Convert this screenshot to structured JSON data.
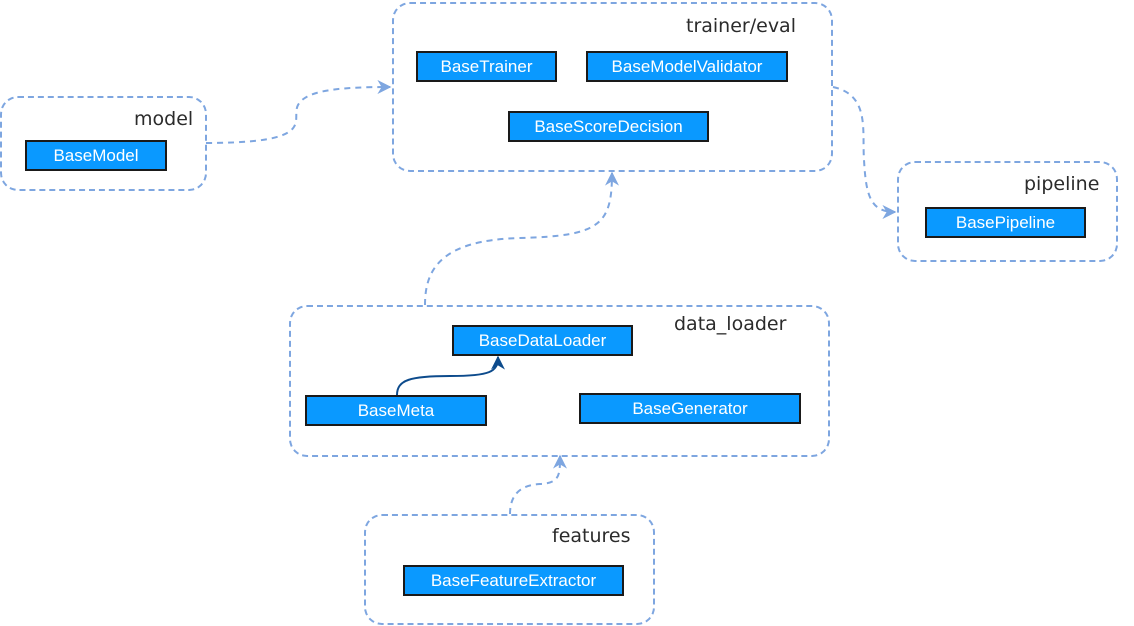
{
  "diagram": {
    "groups": [
      {
        "id": "trainer_eval",
        "label": "trainer/eval",
        "nodes": [
          "BaseTrainer",
          "BaseModelValidator",
          "BaseScoreDecision"
        ]
      },
      {
        "id": "model",
        "label": "model",
        "nodes": [
          "BaseModel"
        ]
      },
      {
        "id": "pipeline",
        "label": "pipeline",
        "nodes": [
          "BasePipeline"
        ]
      },
      {
        "id": "data_loader",
        "label": "data_loader",
        "nodes": [
          "BaseDataLoader",
          "BaseMeta",
          "BaseGenerator"
        ]
      },
      {
        "id": "features",
        "label": "features",
        "nodes": [
          "BaseFeatureExtractor"
        ]
      }
    ],
    "edges": [
      {
        "from": "model",
        "to": "trainer_eval",
        "style": "dashed"
      },
      {
        "from": "trainer_eval",
        "to": "pipeline",
        "style": "dashed"
      },
      {
        "from": "data_loader",
        "to": "trainer_eval",
        "style": "dashed"
      },
      {
        "from": "features",
        "to": "data_loader",
        "style": "dashed"
      },
      {
        "from": "BaseMeta",
        "to": "BaseDataLoader",
        "style": "solid"
      }
    ],
    "colors": {
      "group_border": "#7ea6e0",
      "node_fill": "#0a99ff",
      "node_border": "#1a1a1a",
      "node_text": "#ffffff",
      "solid_edge": "#0d4b8c"
    }
  }
}
